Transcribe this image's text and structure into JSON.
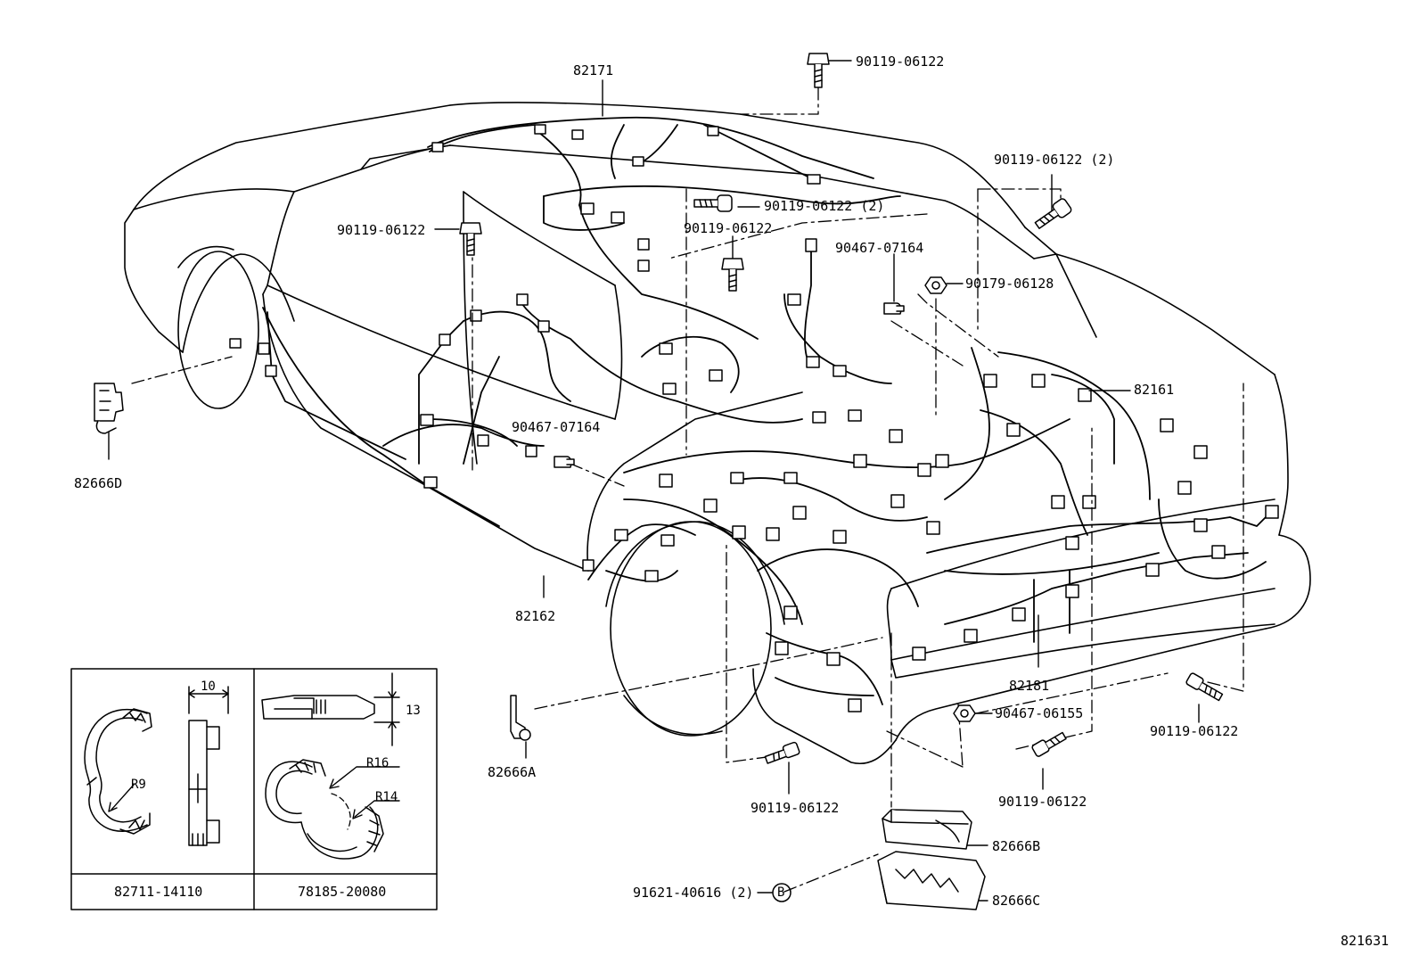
{
  "diagram_id": "821631",
  "colors": {
    "ink": "#000000",
    "paper": "#ffffff"
  },
  "callouts": {
    "c82171": "82171",
    "c90119_top": "90119-06122",
    "c90119_2_right": "90119-06122 (2)",
    "c90119_left": "90119-06122",
    "c90119_2_mid": "90119-06122 (2)",
    "c90119_mid": "90119-06122",
    "c90467_top": "90467-07164",
    "c90179": "90179-06128",
    "c82161": "82161",
    "c82666D": "82666D",
    "c90467_mid": "90467-07164",
    "c82162": "82162",
    "c82181": "82181",
    "c90467_06155": "90467-06155",
    "c90119_br": "90119-06122",
    "c82666A": "82666A",
    "c90119_bm": "90119-06122",
    "c90119_bc": "90119-06122",
    "c82666B": "82666B",
    "c91621": "91621-40616 (2)",
    "c82666C": "82666C",
    "marker_B": "B"
  },
  "inset": {
    "left_part": "82711-14110",
    "right_part": "78185-20080",
    "dim_10": "10",
    "dim_13": "13",
    "r9": "R9",
    "r16": "R16",
    "r14": "R14"
  }
}
